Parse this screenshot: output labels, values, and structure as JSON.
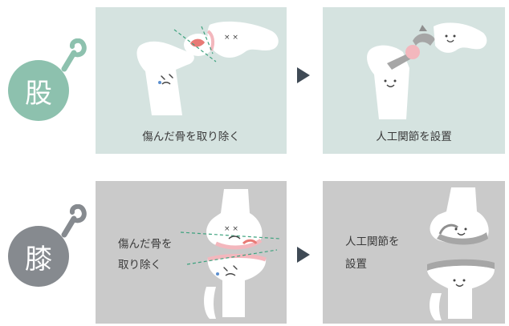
{
  "colors": {
    "hip_badge": "#8dc1ae",
    "knee_badge": "#868a8f",
    "hip_panel_bg": "#d5e3e0",
    "knee_panel_bg": "#cacaca",
    "arrow": "#3f4a55",
    "damage_red": "#e87a75",
    "damage_pink": "#f3b7bd",
    "implant_metal": "#a6a6a6",
    "implant_ball": "#f3b7bd",
    "guide_green": "#3da27e"
  },
  "hip": {
    "badge_label": "股",
    "step1_caption": "傷んだ骨を取り除く",
    "step2_caption": "人工関節を設置"
  },
  "knee": {
    "badge_label": "膝",
    "step1_caption_line1": "傷んだ骨を",
    "step1_caption_line2": "取り除く",
    "step2_caption_line1": "人工関節を",
    "step2_caption_line2": "設置"
  }
}
